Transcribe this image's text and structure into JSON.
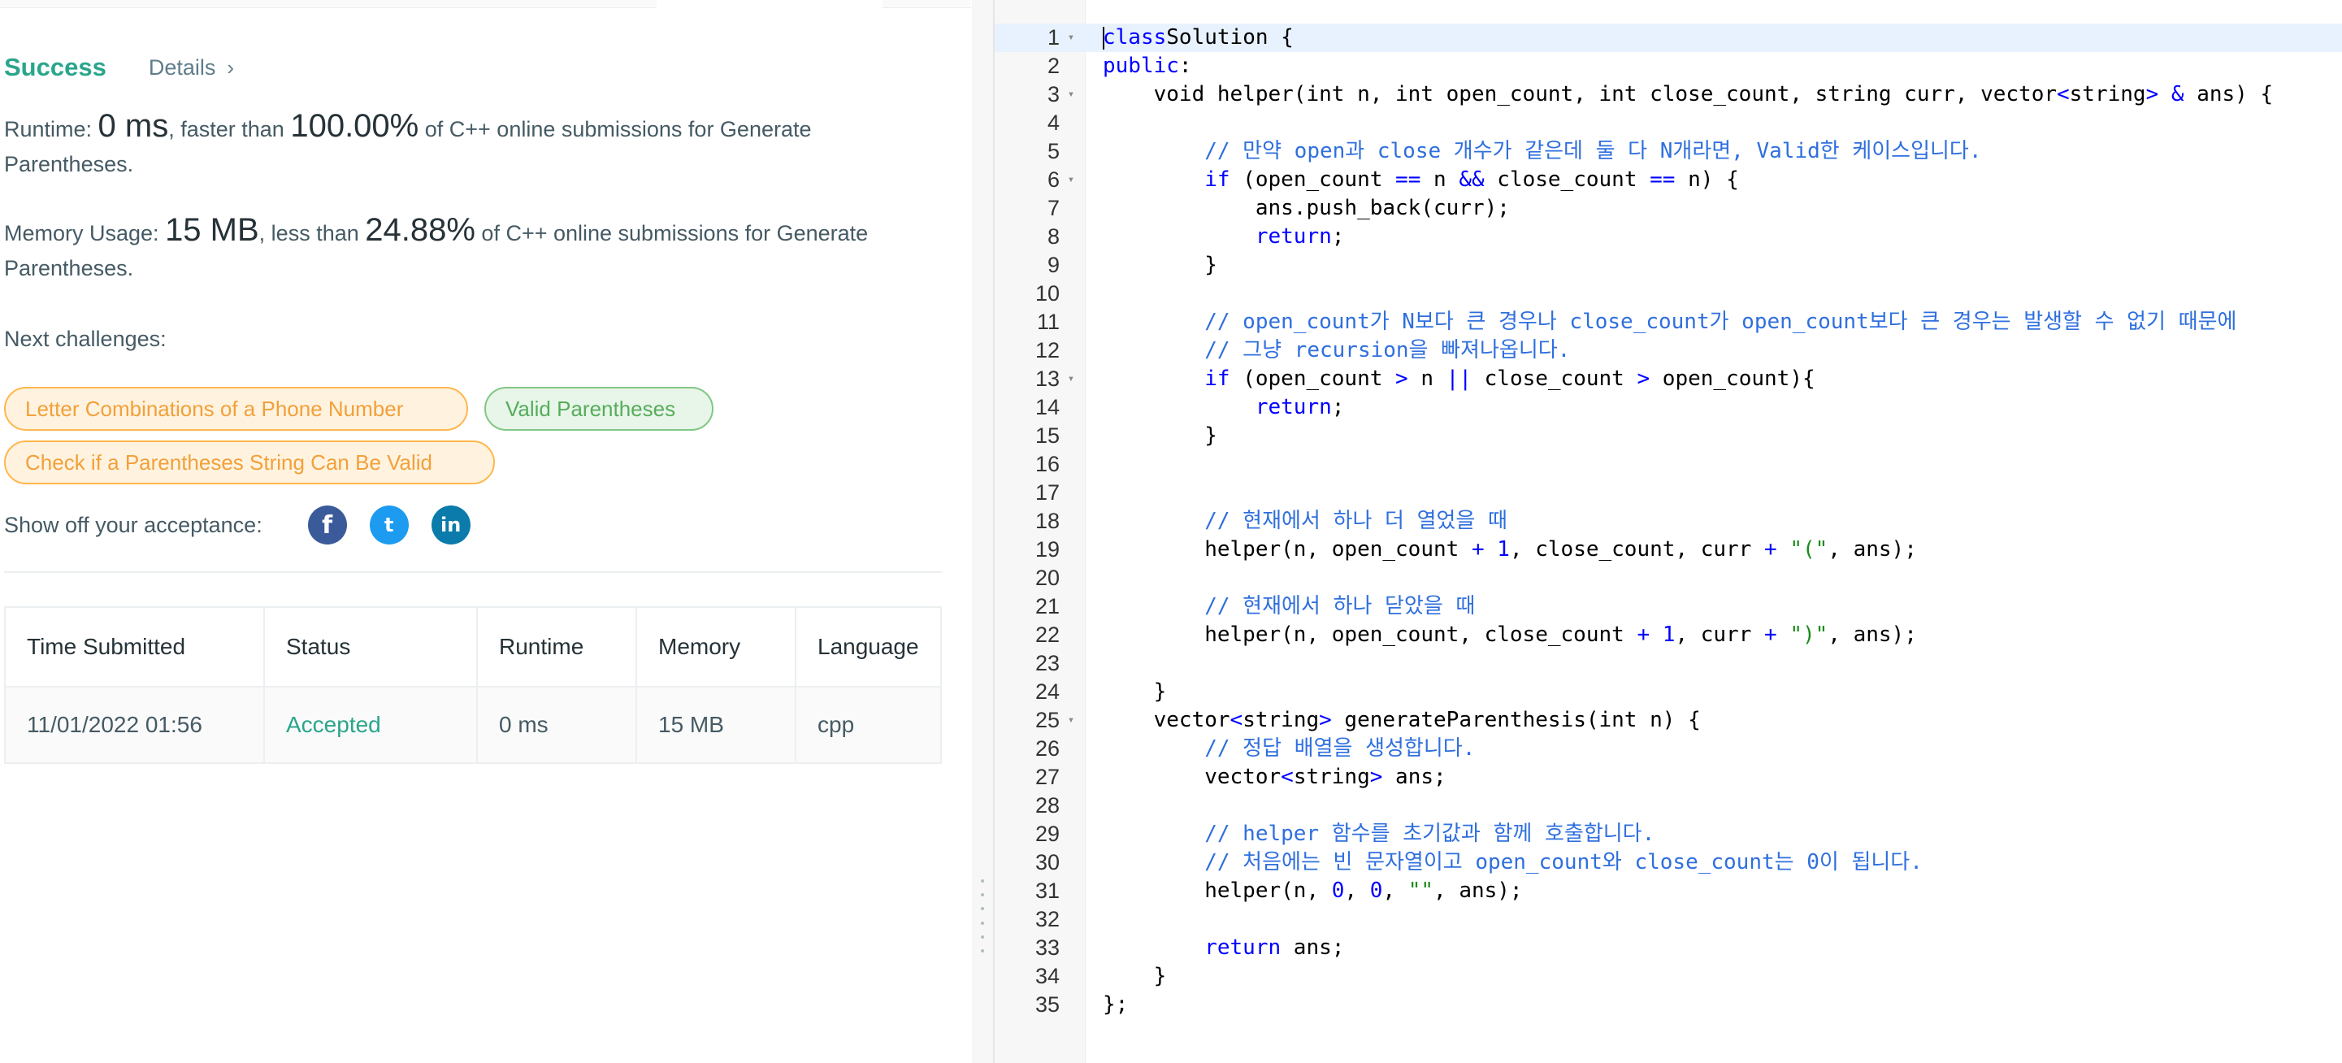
{
  "result": {
    "status": "Success",
    "details_label": "Details",
    "runtime_label": "Runtime: ",
    "runtime_value": "0 ms",
    "runtime_mid": ", faster than ",
    "runtime_percent": "100.00%",
    "runtime_suffix": " of C++ online submissions for Generate Parentheses.",
    "memory_label": "Memory Usage: ",
    "memory_value": "15 MB",
    "memory_mid": ", less than ",
    "memory_percent": "24.88%",
    "memory_suffix": " of C++ online submissions for Generate Parentheses.",
    "next_title": "Next challenges:",
    "challenges": [
      {
        "label": "Letter Combinations of a Phone Number",
        "difficulty": "medium"
      },
      {
        "label": "Valid Parentheses",
        "difficulty": "easy"
      },
      {
        "label": "Check if a Parentheses String Can Be Valid",
        "difficulty": "medium"
      }
    ],
    "share_label": "Show off your acceptance:",
    "social": {
      "facebook": "f",
      "twitter": "t",
      "linkedin": "in"
    }
  },
  "submissions": {
    "headers": [
      "Time Submitted",
      "Status",
      "Runtime",
      "Memory",
      "Language"
    ],
    "rows": [
      {
        "time": "11/01/2022 01:56",
        "status": "Accepted",
        "runtime": "0 ms",
        "memory": "15 MB",
        "language": "cpp"
      }
    ]
  },
  "colors": {
    "success": "#2aa58c",
    "medium_chip": "#ffb74d",
    "easy_chip": "#81c784",
    "keyword": "#0000ff",
    "comment": "#2f6fde",
    "string": "#1a8c1a"
  },
  "editor": {
    "lines": [
      {
        "n": "1",
        "fold": "▾"
      },
      {
        "n": "2",
        "fold": ""
      },
      {
        "n": "3",
        "fold": "▾"
      },
      {
        "n": "4",
        "fold": ""
      },
      {
        "n": "5",
        "fold": ""
      },
      {
        "n": "6",
        "fold": "▾"
      },
      {
        "n": "7",
        "fold": ""
      },
      {
        "n": "8",
        "fold": ""
      },
      {
        "n": "9",
        "fold": ""
      },
      {
        "n": "10",
        "fold": ""
      },
      {
        "n": "11",
        "fold": ""
      },
      {
        "n": "12",
        "fold": ""
      },
      {
        "n": "13",
        "fold": "▾"
      },
      {
        "n": "14",
        "fold": ""
      },
      {
        "n": "15",
        "fold": ""
      },
      {
        "n": "16",
        "fold": ""
      },
      {
        "n": "17",
        "fold": ""
      },
      {
        "n": "18",
        "fold": ""
      },
      {
        "n": "19",
        "fold": ""
      },
      {
        "n": "20",
        "fold": ""
      },
      {
        "n": "21",
        "fold": ""
      },
      {
        "n": "22",
        "fold": ""
      },
      {
        "n": "23",
        "fold": ""
      },
      {
        "n": "24",
        "fold": ""
      },
      {
        "n": "25",
        "fold": "▾"
      },
      {
        "n": "26",
        "fold": ""
      },
      {
        "n": "27",
        "fold": ""
      },
      {
        "n": "28",
        "fold": ""
      },
      {
        "n": "29",
        "fold": ""
      },
      {
        "n": "30",
        "fold": ""
      },
      {
        "n": "31",
        "fold": ""
      },
      {
        "n": "32",
        "fold": ""
      },
      {
        "n": "33",
        "fold": ""
      },
      {
        "n": "34",
        "fold": ""
      },
      {
        "n": "35",
        "fold": ""
      }
    ],
    "code": [
      [
        [
          "kw",
          "class"
        ],
        [
          "",
          "Solution {"
        ]
      ],
      [
        [
          "kw",
          "public"
        ],
        [
          "",
          ":"
        ]
      ],
      [
        [
          "",
          "    void helper(int n, int open_count, int close_count, string curr, vector"
        ],
        [
          "op",
          "<"
        ],
        [
          "",
          "string"
        ],
        [
          "op",
          "> &"
        ],
        [
          "",
          " ans) {"
        ]
      ],
      [],
      [
        [
          "cm",
          "        // 만약 open과 close 개수가 같은데 둘 다 N개라면, Valid한 케이스입니다."
        ]
      ],
      [
        [
          "kw",
          "        if"
        ],
        [
          "",
          " (open_count "
        ],
        [
          "op",
          "=="
        ],
        [
          "",
          " n "
        ],
        [
          "op",
          "&&"
        ],
        [
          "",
          " close_count "
        ],
        [
          "op",
          "=="
        ],
        [
          "",
          " n) {"
        ]
      ],
      [
        [
          "",
          "            ans.push_back(curr);"
        ]
      ],
      [
        [
          "kw",
          "            return"
        ],
        [
          "",
          ";"
        ]
      ],
      [
        [
          "",
          "        }"
        ]
      ],
      [],
      [
        [
          "cm",
          "        // open_count가 N보다 큰 경우나 close_count가 open_count보다 큰 경우는 발생할 수 없기 때문에"
        ]
      ],
      [
        [
          "cm",
          "        // 그냥 recursion을 빠져나옵니다."
        ]
      ],
      [
        [
          "kw",
          "        if"
        ],
        [
          "",
          " (open_count "
        ],
        [
          "op",
          ">"
        ],
        [
          "",
          " n "
        ],
        [
          "op",
          "||"
        ],
        [
          "",
          " close_count "
        ],
        [
          "op",
          ">"
        ],
        [
          "",
          " open_count){"
        ]
      ],
      [
        [
          "kw",
          "            return"
        ],
        [
          "",
          ";"
        ]
      ],
      [
        [
          "",
          "        }"
        ]
      ],
      [],
      [],
      [
        [
          "cm",
          "        // 현재에서 하나 더 열었을 때"
        ]
      ],
      [
        [
          "",
          "        helper(n, open_count "
        ],
        [
          "op",
          "+"
        ],
        [
          "",
          " "
        ],
        [
          "num",
          "1"
        ],
        [
          "",
          ", close_count, curr "
        ],
        [
          "op",
          "+"
        ],
        [
          "",
          " "
        ],
        [
          "str",
          "\"(\""
        ],
        [
          "",
          ", ans);"
        ]
      ],
      [],
      [
        [
          "cm",
          "        // 현재에서 하나 닫았을 때"
        ]
      ],
      [
        [
          "",
          "        helper(n, open_count, close_count "
        ],
        [
          "op",
          "+"
        ],
        [
          "",
          " "
        ],
        [
          "num",
          "1"
        ],
        [
          "",
          ", curr "
        ],
        [
          "op",
          "+"
        ],
        [
          "",
          " "
        ],
        [
          "str",
          "\")\""
        ],
        [
          "",
          ", ans);"
        ]
      ],
      [],
      [
        [
          "",
          "    }"
        ]
      ],
      [
        [
          "",
          "    vector"
        ],
        [
          "op",
          "<"
        ],
        [
          "",
          "string"
        ],
        [
          "op",
          ">"
        ],
        [
          "",
          " generateParenthesis(int n) {"
        ]
      ],
      [
        [
          "cm",
          "        // 정답 배열을 생성합니다."
        ]
      ],
      [
        [
          "",
          "        vector"
        ],
        [
          "op",
          "<"
        ],
        [
          "",
          "string"
        ],
        [
          "op",
          ">"
        ],
        [
          "",
          " ans;"
        ]
      ],
      [],
      [
        [
          "cm",
          "        // helper 함수를 초기값과 함께 호출합니다."
        ]
      ],
      [
        [
          "cm",
          "        // 처음에는 빈 문자열이고 open_count와 close_count는 0이 됩니다."
        ]
      ],
      [
        [
          "",
          "        helper(n, "
        ],
        [
          "num",
          "0"
        ],
        [
          "",
          ", "
        ],
        [
          "num",
          "0"
        ],
        [
          "",
          ", "
        ],
        [
          "str",
          "\"\""
        ],
        [
          "",
          ", ans);"
        ]
      ],
      [],
      [
        [
          "kw",
          "        return"
        ],
        [
          "",
          " ans;"
        ]
      ],
      [
        [
          "",
          "    }"
        ]
      ],
      [
        [
          "",
          "};"
        ]
      ]
    ]
  }
}
